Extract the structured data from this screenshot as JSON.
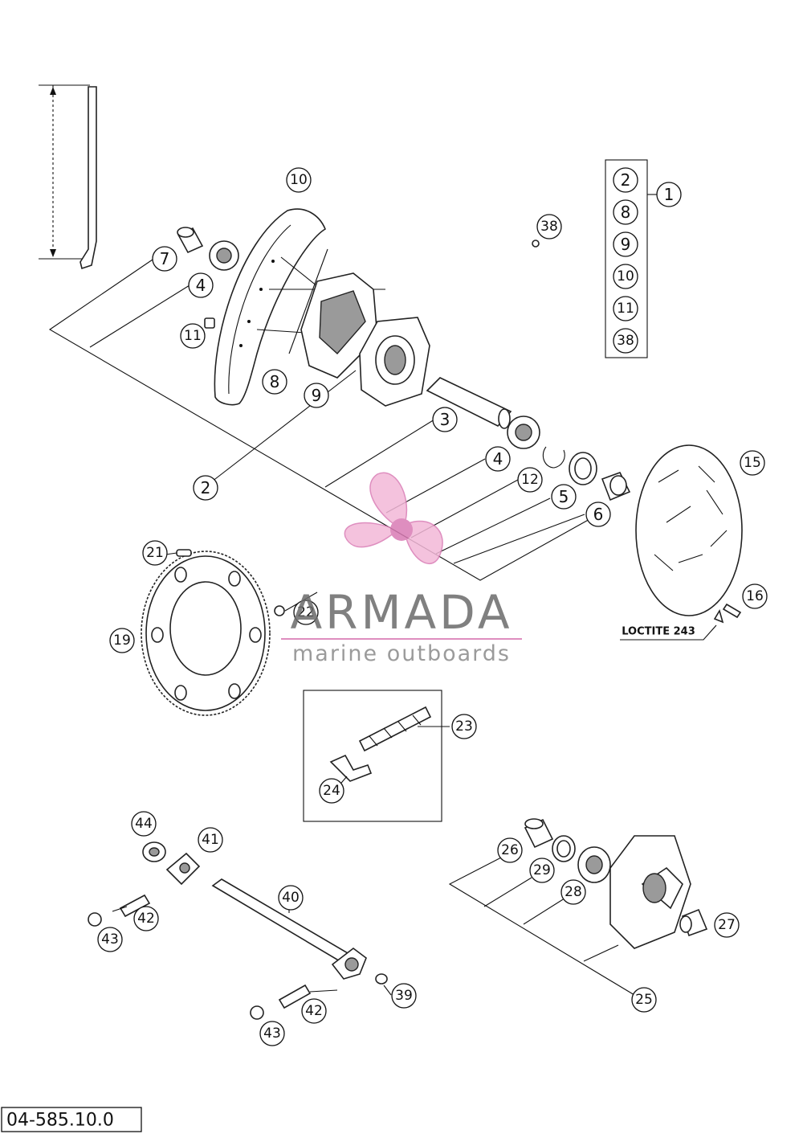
{
  "diagram_ref": "04-585.10.0",
  "watermark": {
    "title": "ARMADA",
    "subtitle": "marine outboards"
  },
  "note": "LOCTITE 243",
  "kit": {
    "label": "1",
    "contents": [
      "2",
      "8",
      "9",
      "10",
      "11",
      "38"
    ]
  },
  "callouts": [
    {
      "id": "c10",
      "label": "10"
    },
    {
      "id": "c7",
      "label": "7"
    },
    {
      "id": "c4a",
      "label": "4"
    },
    {
      "id": "c11",
      "label": "11"
    },
    {
      "id": "c8",
      "label": "8"
    },
    {
      "id": "c9",
      "label": "9"
    },
    {
      "id": "c38",
      "label": "38"
    },
    {
      "id": "c3",
      "label": "3"
    },
    {
      "id": "c2",
      "label": "2"
    },
    {
      "id": "c4b",
      "label": "4"
    },
    {
      "id": "c12",
      "label": "12"
    },
    {
      "id": "c5",
      "label": "5"
    },
    {
      "id": "c6",
      "label": "6"
    },
    {
      "id": "c15",
      "label": "15"
    },
    {
      "id": "c16",
      "label": "16"
    },
    {
      "id": "c21",
      "label": "21"
    },
    {
      "id": "c22",
      "label": "22"
    },
    {
      "id": "c19",
      "label": "19"
    },
    {
      "id": "c23",
      "label": "23"
    },
    {
      "id": "c24",
      "label": "24"
    },
    {
      "id": "c44",
      "label": "44"
    },
    {
      "id": "c41",
      "label": "41"
    },
    {
      "id": "c40",
      "label": "40"
    },
    {
      "id": "c42a",
      "label": "42"
    },
    {
      "id": "c43a",
      "label": "43"
    },
    {
      "id": "c39",
      "label": "39"
    },
    {
      "id": "c42b",
      "label": "42"
    },
    {
      "id": "c43b",
      "label": "43"
    },
    {
      "id": "c26",
      "label": "26"
    },
    {
      "id": "c29",
      "label": "29"
    },
    {
      "id": "c28",
      "label": "28"
    },
    {
      "id": "c27",
      "label": "27"
    },
    {
      "id": "c25",
      "label": "25"
    }
  ]
}
